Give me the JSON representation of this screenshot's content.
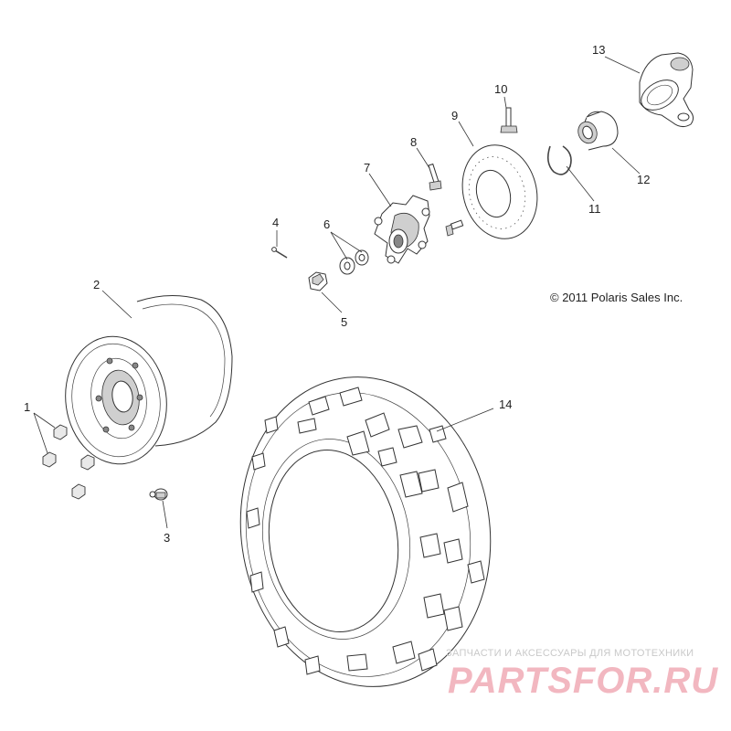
{
  "diagram": {
    "copyright": "© 2011 Polaris Sales Inc.",
    "callouts": [
      "1",
      "2",
      "3",
      "4",
      "5",
      "6",
      "7",
      "8",
      "9",
      "10",
      "11",
      "12",
      "13",
      "14"
    ],
    "watermark": {
      "tagline": "ЗАПЧАСТИ И АКСЕССУАРЫ ДЛЯ МОТОТЕХНИКИ",
      "brand": "PARTSFOR.RU"
    }
  }
}
